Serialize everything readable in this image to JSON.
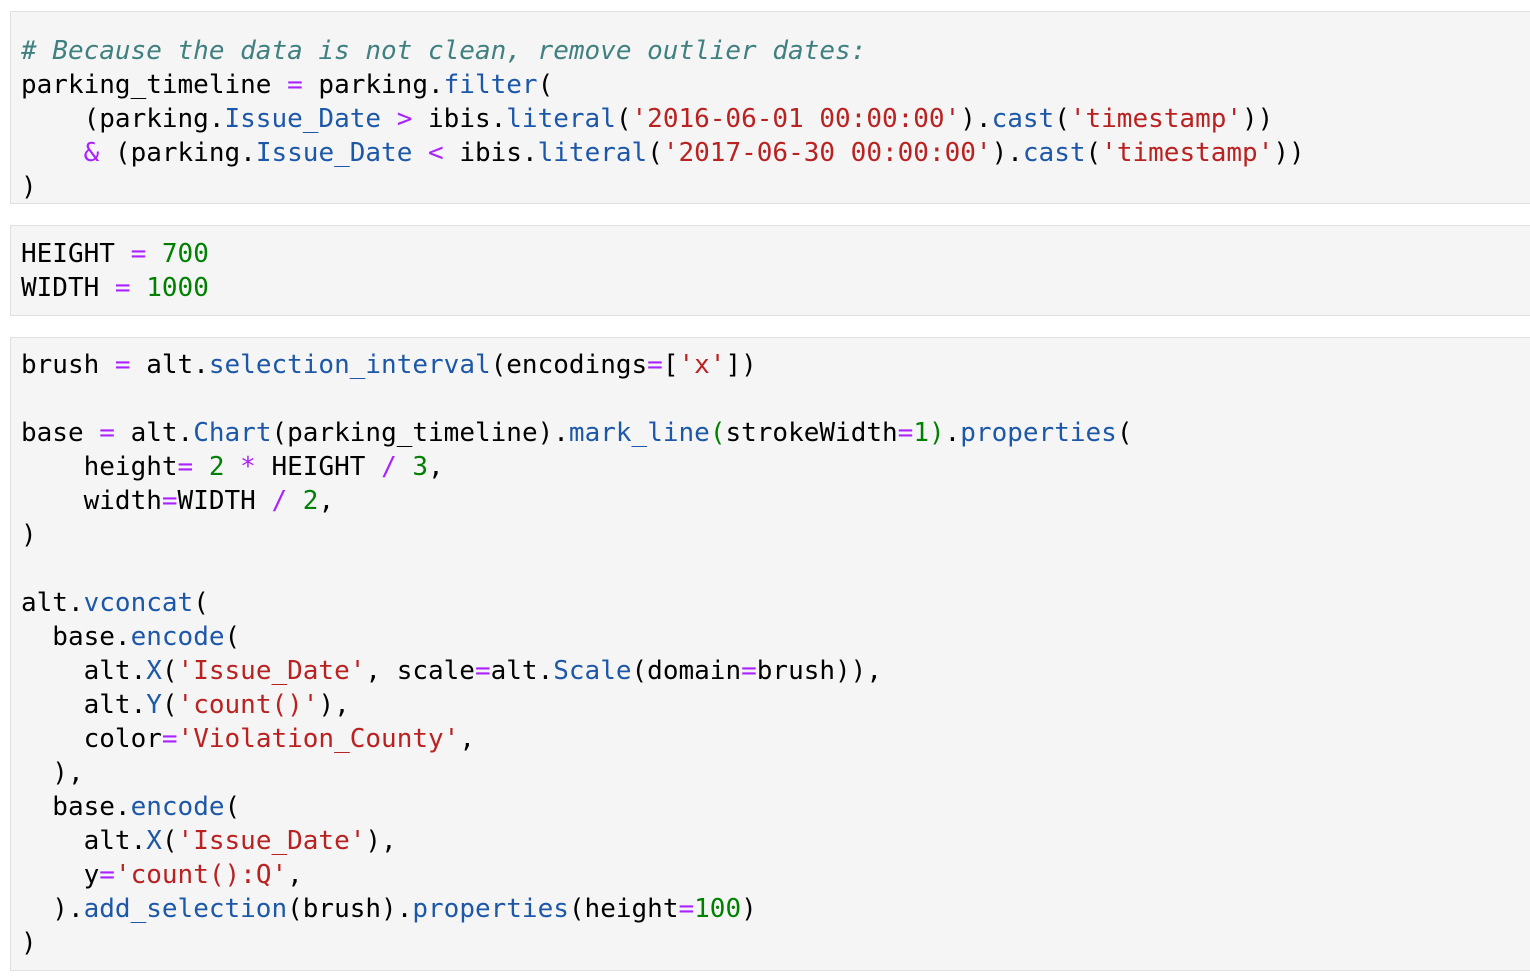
{
  "palette": {
    "cell_background": "#f5f5f5",
    "cell_border": "#e0e0e0",
    "comment": "#408080",
    "text": "#000000",
    "attribute": "#1d58a8",
    "operator": "#aa22ff",
    "string": "#ba2121",
    "number": "#008000"
  },
  "cells": [
    {
      "name": "filter-cell",
      "lines": [
        [
          [
            "comment",
            "# Because the data is not clean, remove outlier dates:"
          ]
        ],
        [
          [
            "text",
            "parking_timeline "
          ],
          [
            "op",
            "="
          ],
          [
            "text",
            " parking."
          ],
          [
            "attr",
            "filter"
          ],
          [
            "text",
            "("
          ]
        ],
        [
          [
            "text",
            "    (parking."
          ],
          [
            "attr",
            "Issue_Date"
          ],
          [
            "text",
            " "
          ],
          [
            "op",
            ">"
          ],
          [
            "text",
            " ibis."
          ],
          [
            "attr",
            "literal"
          ],
          [
            "text",
            "("
          ],
          [
            "str",
            "'2016-06-01 00:00:00'"
          ],
          [
            "text",
            ")."
          ],
          [
            "attr",
            "cast"
          ],
          [
            "text",
            "("
          ],
          [
            "str",
            "'timestamp'"
          ],
          [
            "text",
            "))"
          ]
        ],
        [
          [
            "text",
            "    "
          ],
          [
            "op",
            "&"
          ],
          [
            "text",
            " (parking."
          ],
          [
            "attr",
            "Issue_Date"
          ],
          [
            "text",
            " "
          ],
          [
            "op",
            "<"
          ],
          [
            "text",
            " ibis."
          ],
          [
            "attr",
            "literal"
          ],
          [
            "text",
            "("
          ],
          [
            "str",
            "'2017-06-30 00:00:00'"
          ],
          [
            "text",
            ")."
          ],
          [
            "attr",
            "cast"
          ],
          [
            "text",
            "("
          ],
          [
            "str",
            "'timestamp'"
          ],
          [
            "text",
            "))"
          ]
        ],
        [
          [
            "text",
            ")"
          ]
        ]
      ]
    },
    {
      "name": "constants-cell",
      "lines": [
        [
          [
            "text",
            "HEIGHT "
          ],
          [
            "op",
            "="
          ],
          [
            "text",
            " "
          ],
          [
            "num",
            "700"
          ]
        ],
        [
          [
            "text",
            "WIDTH "
          ],
          [
            "op",
            "="
          ],
          [
            "text",
            " "
          ],
          [
            "num",
            "1000"
          ]
        ]
      ]
    },
    {
      "name": "chart-cell",
      "lines": [
        [
          [
            "text",
            "brush "
          ],
          [
            "op",
            "="
          ],
          [
            "text",
            " alt."
          ],
          [
            "attr",
            "selection_interval"
          ],
          [
            "text",
            "(encodings"
          ],
          [
            "op",
            "="
          ],
          [
            "text",
            "["
          ],
          [
            "str",
            "'x'"
          ],
          [
            "text",
            "])"
          ]
        ],
        [],
        [
          [
            "text",
            "base "
          ],
          [
            "op",
            "="
          ],
          [
            "text",
            " alt."
          ],
          [
            "attr",
            "Chart"
          ],
          [
            "text",
            "(parking_timeline)."
          ],
          [
            "attr",
            "mark_line"
          ],
          [
            "num",
            "("
          ],
          [
            "text",
            "strokeWidth"
          ],
          [
            "op",
            "="
          ],
          [
            "num",
            "1"
          ],
          [
            "num",
            ")"
          ],
          [
            "text",
            "."
          ],
          [
            "attr",
            "properties"
          ],
          [
            "text",
            "("
          ]
        ],
        [
          [
            "text",
            "    height"
          ],
          [
            "op",
            "="
          ],
          [
            "text",
            " "
          ],
          [
            "num",
            "2"
          ],
          [
            "text",
            " "
          ],
          [
            "op",
            "*"
          ],
          [
            "text",
            " HEIGHT "
          ],
          [
            "op",
            "/"
          ],
          [
            "text",
            " "
          ],
          [
            "num",
            "3"
          ],
          [
            "text",
            ","
          ]
        ],
        [
          [
            "text",
            "    width"
          ],
          [
            "op",
            "="
          ],
          [
            "text",
            "WIDTH "
          ],
          [
            "op",
            "/"
          ],
          [
            "text",
            " "
          ],
          [
            "num",
            "2"
          ],
          [
            "text",
            ","
          ]
        ],
        [
          [
            "text",
            ")"
          ]
        ],
        [],
        [
          [
            "text",
            "alt."
          ],
          [
            "attr",
            "vconcat"
          ],
          [
            "text",
            "("
          ]
        ],
        [
          [
            "text",
            "  base."
          ],
          [
            "attr",
            "encode"
          ],
          [
            "text",
            "("
          ]
        ],
        [
          [
            "text",
            "    alt."
          ],
          [
            "attr",
            "X"
          ],
          [
            "text",
            "("
          ],
          [
            "str",
            "'Issue_Date'"
          ],
          [
            "text",
            ", scale"
          ],
          [
            "op",
            "="
          ],
          [
            "text",
            "alt."
          ],
          [
            "attr",
            "Scale"
          ],
          [
            "text",
            "(domain"
          ],
          [
            "op",
            "="
          ],
          [
            "text",
            "brush)),"
          ]
        ],
        [
          [
            "text",
            "    alt."
          ],
          [
            "attr",
            "Y"
          ],
          [
            "text",
            "("
          ],
          [
            "str",
            "'count()'"
          ],
          [
            "text",
            "),"
          ]
        ],
        [
          [
            "text",
            "    color"
          ],
          [
            "op",
            "="
          ],
          [
            "str",
            "'Violation_County'"
          ],
          [
            "text",
            ","
          ]
        ],
        [
          [
            "text",
            "  ),"
          ]
        ],
        [
          [
            "text",
            "  base."
          ],
          [
            "attr",
            "encode"
          ],
          [
            "text",
            "("
          ]
        ],
        [
          [
            "text",
            "    alt."
          ],
          [
            "attr",
            "X"
          ],
          [
            "text",
            "("
          ],
          [
            "str",
            "'Issue_Date'"
          ],
          [
            "text",
            "),"
          ]
        ],
        [
          [
            "text",
            "    y"
          ],
          [
            "op",
            "="
          ],
          [
            "str",
            "'count():Q'"
          ],
          [
            "text",
            ","
          ]
        ],
        [
          [
            "text",
            "  )."
          ],
          [
            "attr",
            "add_selection"
          ],
          [
            "text",
            "(brush)."
          ],
          [
            "attr",
            "properties"
          ],
          [
            "text",
            "(height"
          ],
          [
            "op",
            "="
          ],
          [
            "num",
            "100"
          ],
          [
            "text",
            ")"
          ]
        ],
        [
          [
            "text",
            ")"
          ]
        ]
      ]
    }
  ]
}
